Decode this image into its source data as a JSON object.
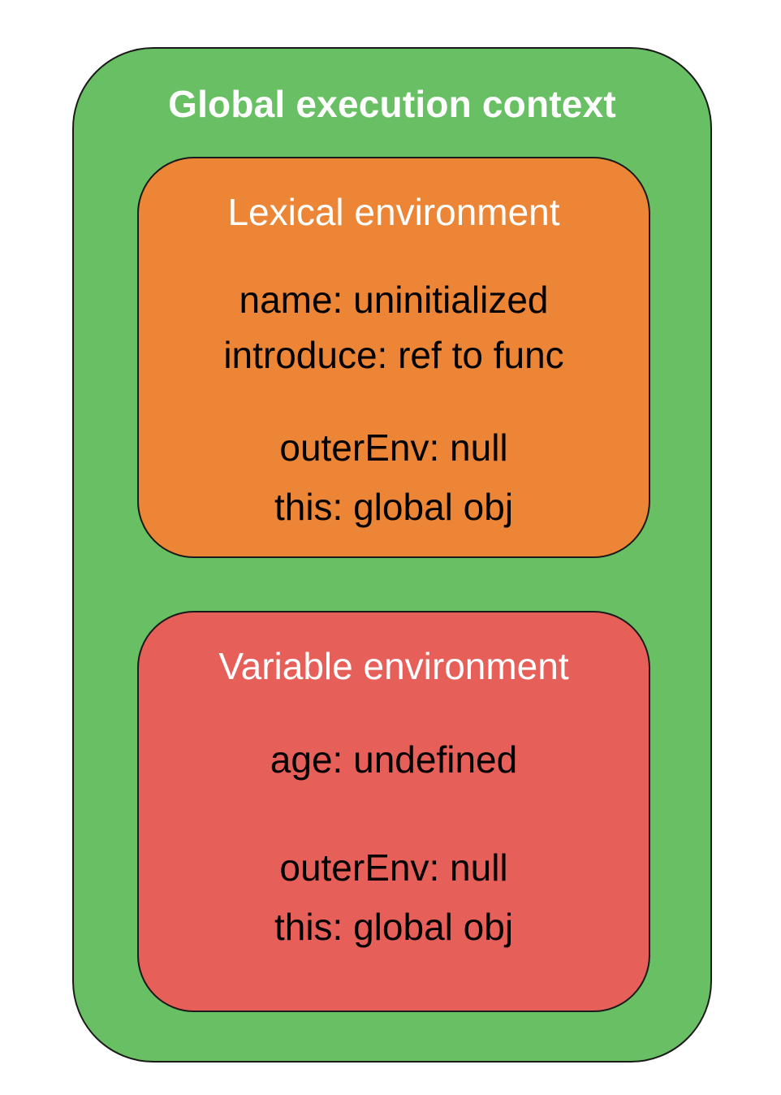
{
  "global_context": {
    "title": "Global execution context",
    "color": "#68bf64"
  },
  "lexical_environment": {
    "title": "Lexical environment",
    "color": "#ed8536",
    "bindings": [
      "name: uninitialized",
      "introduce: ref to func"
    ],
    "outer_env": "outerEnv: null",
    "this_binding": "this: global obj"
  },
  "variable_environment": {
    "title": "Variable environment",
    "color": "#e65f59",
    "bindings": [
      "age: undefined"
    ],
    "outer_env": "outerEnv: null",
    "this_binding": "this: global obj"
  }
}
